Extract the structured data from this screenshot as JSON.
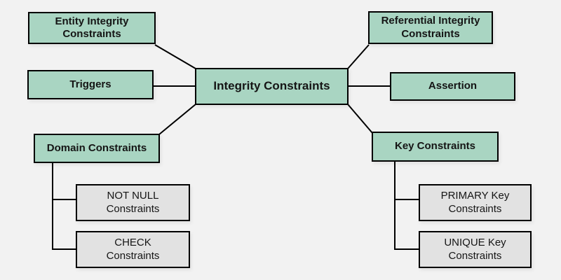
{
  "colors": {
    "background": "#f2f2f2",
    "node_fill": "#a9d5c2",
    "leaf_fill": "#e2e2e2",
    "border": "#000000",
    "text": "#151515"
  },
  "nodes": {
    "root": "Integrity Constraints",
    "entity": "Entity Integrity\nConstraints",
    "referential": "Referential Integrity\nConstraints",
    "triggers": "Triggers",
    "assertion": "Assertion",
    "domain": "Domain Constraints",
    "key": "Key Constraints",
    "not_null": "NOT NULL\nConstraints",
    "check": "CHECK\nConstraints",
    "primary": "PRIMARY Key\nConstraints",
    "unique": "UNIQUE Key\nConstraints"
  },
  "edges": [
    {
      "from": "Integrity Constraints",
      "to": "Entity Integrity Constraints"
    },
    {
      "from": "Integrity Constraints",
      "to": "Referential Integrity Constraints"
    },
    {
      "from": "Integrity Constraints",
      "to": "Triggers"
    },
    {
      "from": "Integrity Constraints",
      "to": "Assertion"
    },
    {
      "from": "Integrity Constraints",
      "to": "Domain Constraints"
    },
    {
      "from": "Integrity Constraints",
      "to": "Key Constraints"
    },
    {
      "from": "Domain Constraints",
      "to": "NOT NULL Constraints"
    },
    {
      "from": "Domain Constraints",
      "to": "CHECK Constraints"
    },
    {
      "from": "Key Constraints",
      "to": "PRIMARY Key Constraints"
    },
    {
      "from": "Key Constraints",
      "to": "UNIQUE Key Constraints"
    }
  ]
}
